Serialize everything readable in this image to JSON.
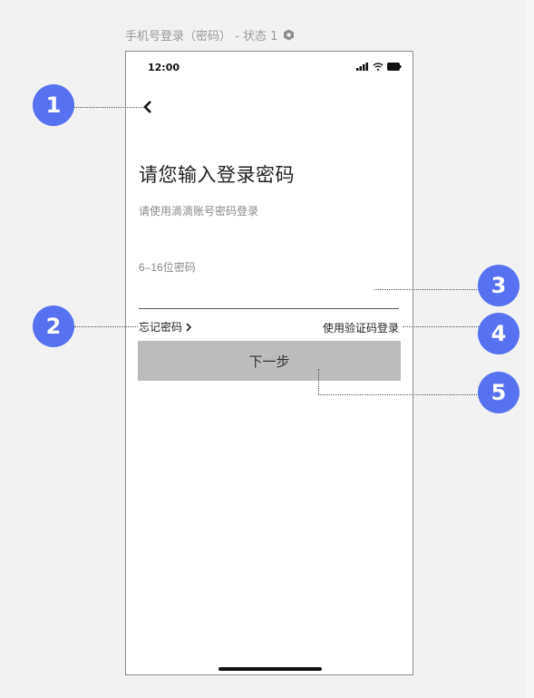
{
  "caption": {
    "text": "手机号登录（密码） - 状态 1"
  },
  "status_bar": {
    "time": "12:00"
  },
  "screen": {
    "title": "请您输入登录密码",
    "subtitle": "请使用滴滴账号密码登录",
    "password_placeholder": "6–16位密码",
    "forgot_password": "忘记密码",
    "code_login": "使用验证码登录",
    "next_button": "下一步"
  },
  "annotations": [
    "1",
    "2",
    "3",
    "4",
    "5"
  ],
  "colors": {
    "badge": "#5672f0",
    "button_bg": "#bcbcbc"
  }
}
